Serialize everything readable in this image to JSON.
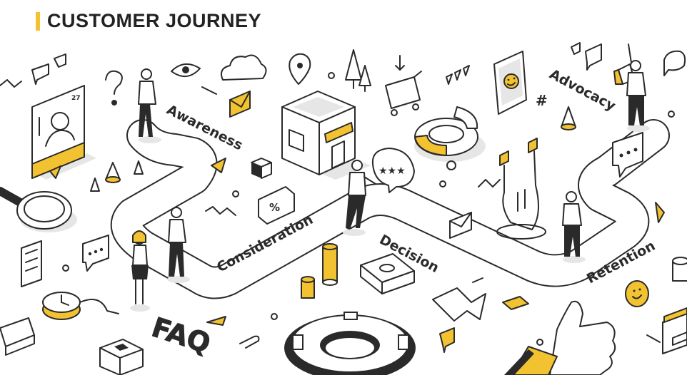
{
  "header": {
    "title": "CUSTOMER JOURNEY"
  },
  "stages": {
    "awareness": "Awareness",
    "consideration": "Consideration",
    "decision": "Decision",
    "retention": "Retention",
    "advocacy": "Advocacy"
  },
  "icons": {
    "faq_text": "FAQ",
    "percent_tag": "%",
    "profile_number": "27",
    "hashtag": "#"
  },
  "colors": {
    "accent": "#f2c230",
    "ink": "#2a2a2a",
    "shadow": "#e6e6e6"
  }
}
